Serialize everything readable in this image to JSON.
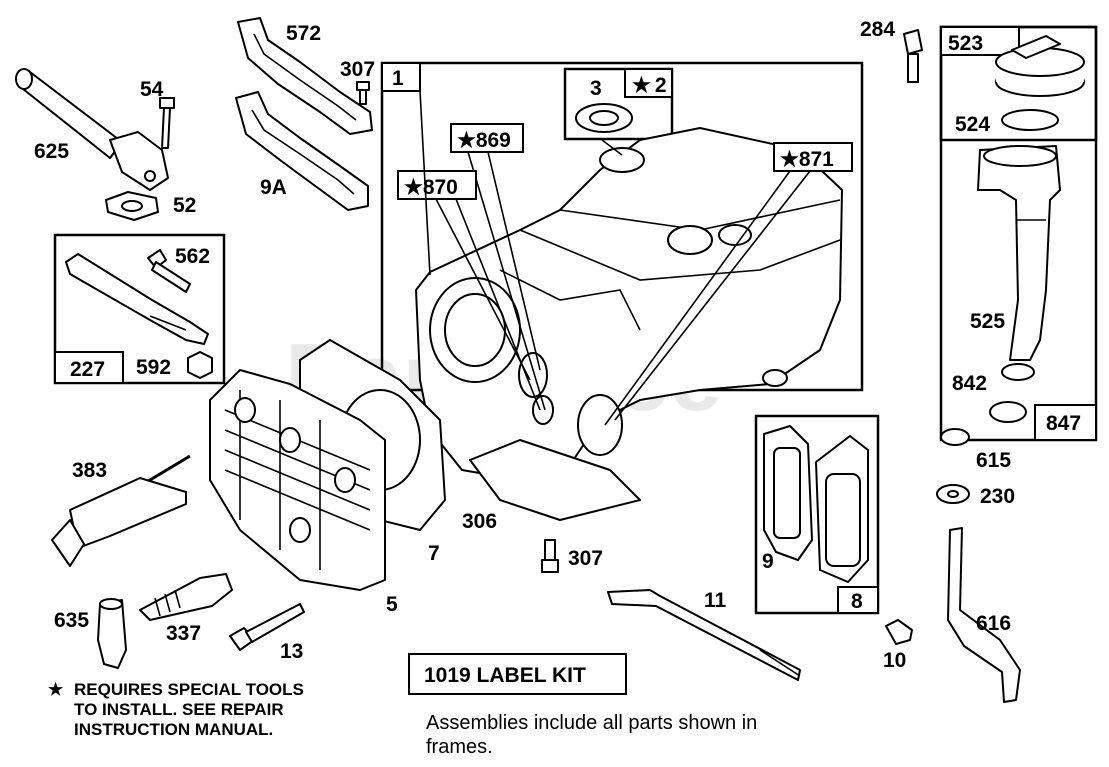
{
  "watermark": "PartsTree",
  "parts": {
    "p625": "625",
    "p54": "54",
    "p52": "52",
    "p572": "572",
    "p307a": "307",
    "p9a": "9A",
    "p562": "562",
    "p227": "227",
    "p592": "592",
    "p1": "1",
    "p3": "3",
    "p2": "2",
    "p869": "869",
    "p870": "870",
    "p871": "871",
    "p284": "284",
    "p523": "523",
    "p524": "524",
    "p525": "525",
    "p842": "842",
    "p847": "847",
    "p615": "615",
    "p230": "230",
    "p616": "616",
    "p383": "383",
    "p635": "635",
    "p337": "337",
    "p13": "13",
    "p5": "5",
    "p7": "7",
    "p306": "306",
    "p307b": "307",
    "p11": "11",
    "p10": "10",
    "p9": "9",
    "p8": "8"
  },
  "star": "★",
  "label_kit": "1019 LABEL KIT",
  "note_lines": [
    "REQUIRES SPECIAL TOOLS",
    "TO INSTALL.  SEE REPAIR",
    "INSTRUCTION MANUAL."
  ],
  "assemblies_lines": [
    "Assemblies include all parts shown in",
    "frames."
  ]
}
